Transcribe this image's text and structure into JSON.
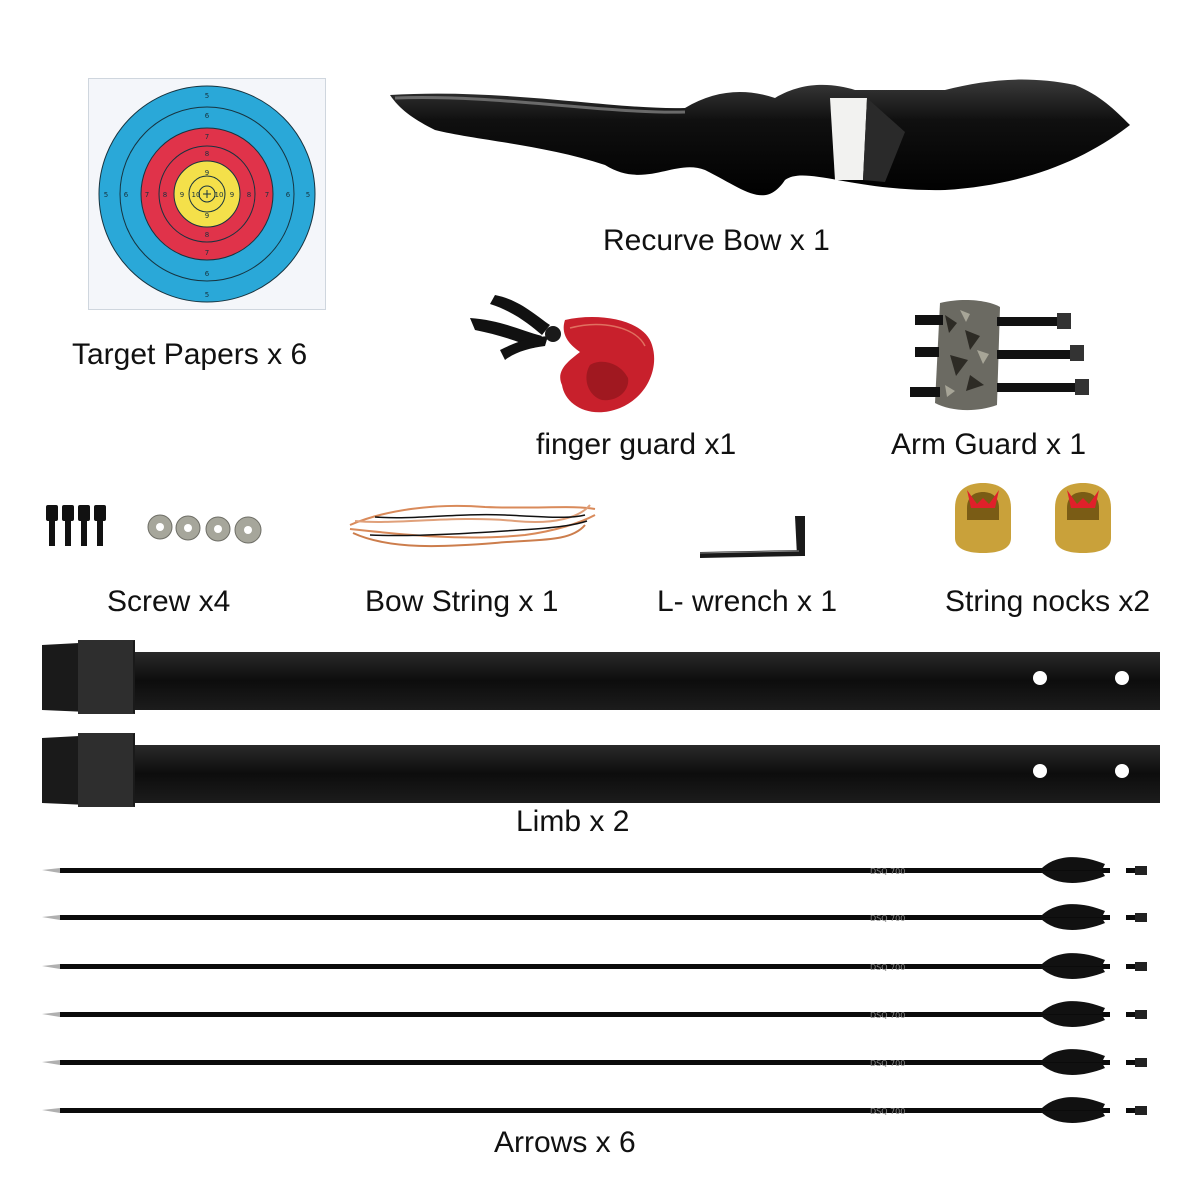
{
  "labels": {
    "target": "Target Papers x 6",
    "bow": "Recurve Bow x 1",
    "finger": "finger guard x1",
    "arm": "Arm Guard x 1",
    "screw": "Screw x4",
    "string": "Bow String x 1",
    "wrench": "L- wrench x 1",
    "nocks": "String nocks x2",
    "limb": "Limb x 2",
    "arrows": "Arrows x 6"
  },
  "target_rings": [
    "5",
    "6",
    "7",
    "8",
    "9",
    "10"
  ],
  "arrow_marking": "DSQ 700",
  "colors": {
    "target_blue": "#2aa8d8",
    "target_red": "#e0334a",
    "target_yellow": "#f4e04a",
    "finger_red": "#c8202c",
    "nock_gold": "#c9a13a",
    "nock_red": "#e0202a",
    "string_copper": "#d98a5a"
  }
}
